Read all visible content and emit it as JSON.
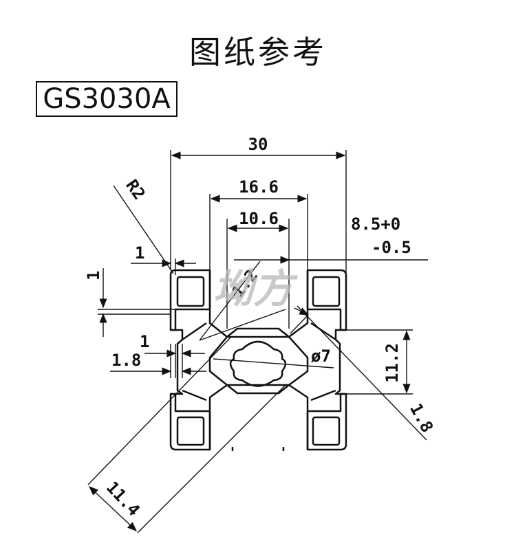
{
  "title": "图纸参考",
  "model": "GS3030A",
  "watermark": "坳方",
  "dimensions": {
    "overall_width": "30",
    "slot_outer": "16.6",
    "slot_inner": "10.6",
    "tol_upper": "8.5+0",
    "tol_lower": "-0.5",
    "corner_radius": "R2",
    "lip_width": "1",
    "lip_height": "1",
    "fillet": "1.2",
    "wall_1": "1",
    "wall_18_left": "1.8",
    "bore": "ø7",
    "depth": "11.2",
    "web": "1.8",
    "diag": "11.4"
  }
}
